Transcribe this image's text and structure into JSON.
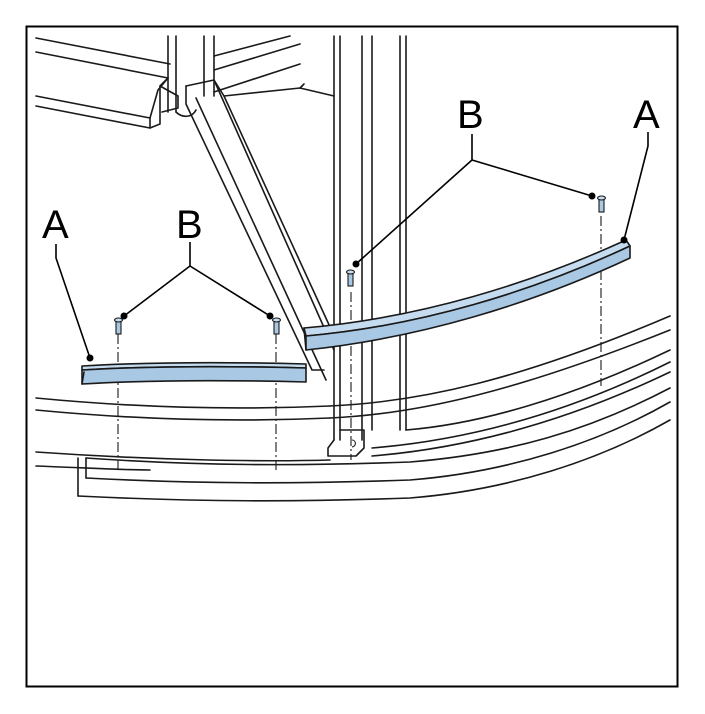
{
  "callouts": {
    "left_a": "A",
    "left_b": "B",
    "right_a": "A",
    "right_b": "B"
  },
  "colors": {
    "part_highlight": "#a9c8e4",
    "part_highlight_dark": "#8fb4d6",
    "line": "#1a1a1a",
    "background": "#ffffff",
    "frame": "#000000"
  }
}
